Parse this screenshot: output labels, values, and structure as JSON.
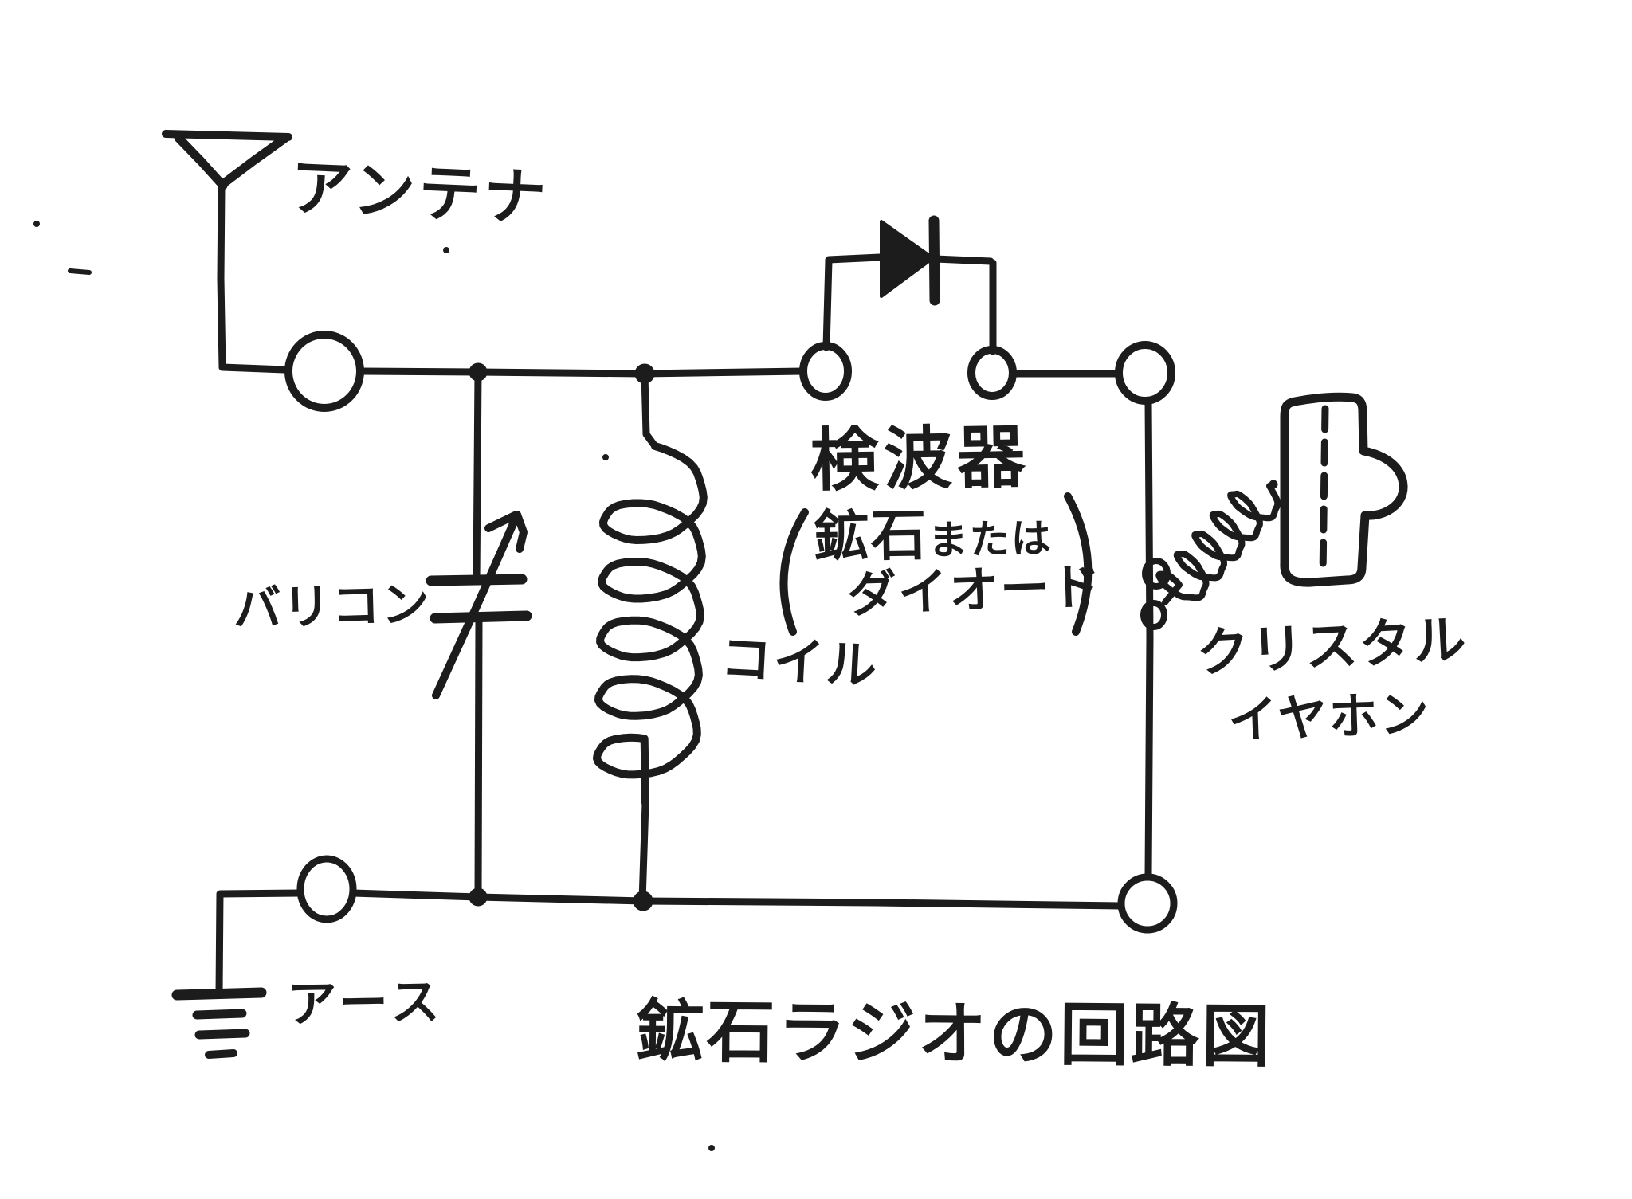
{
  "page": {
    "paper_color": "#ffffff",
    "ink_color": "#1c1c1c"
  },
  "title": "鉱石ラジオの回路図",
  "labels": {
    "antenna": "アンテナ",
    "varicon": "バリコン",
    "coil": "コイル",
    "detector": "検波器",
    "detector_alt_main": "鉱石",
    "detector_alt_suffix": "または",
    "detector_alt_line2": "ダイオード",
    "crystal_line1": "クリスタル",
    "crystal_line2": "イヤホン",
    "earth": "アース"
  }
}
